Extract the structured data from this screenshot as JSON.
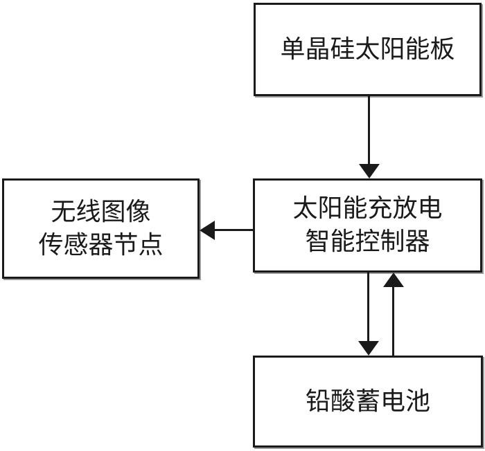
{
  "diagram": {
    "title": "solar-powered wireless image sensor node power system block diagram",
    "nodes": {
      "solar_panel": {
        "label": "单晶硅太阳能板"
      },
      "controller": {
        "lines": [
          "太阳能充放电",
          "智能控制器"
        ]
      },
      "sensor_node": {
        "lines": [
          "无线图像",
          "传感器节点"
        ]
      },
      "battery": {
        "label": "铅酸蓄电池"
      }
    },
    "edges": [
      {
        "from": "solar_panel",
        "to": "controller",
        "direction": "down"
      },
      {
        "from": "controller",
        "to": "sensor_node",
        "direction": "left"
      },
      {
        "from": "controller",
        "to": "battery",
        "direction": "down"
      },
      {
        "from": "battery",
        "to": "controller",
        "direction": "up"
      }
    ],
    "colors": {
      "stroke": "#1a1a1a",
      "shadow": "#9b9b9b",
      "background": "#ffffff",
      "box_fill": "#ffffff"
    }
  }
}
